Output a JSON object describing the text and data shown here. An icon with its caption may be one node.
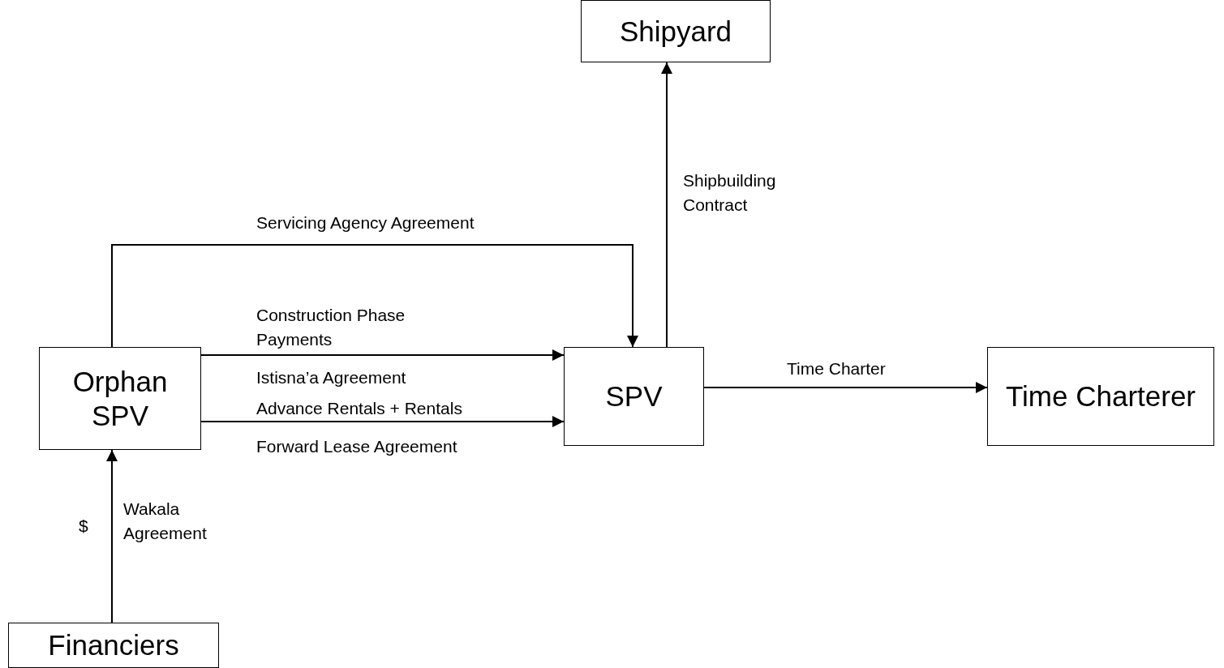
{
  "diagram": {
    "nodes": [
      {
        "text": [
          "Shipyard"
        ]
      },
      {
        "text": [
          "Orphan SPV"
        ]
      },
      {
        "text": [
          "SPV"
        ]
      },
      {
        "text": [
          "Time Charterer"
        ]
      },
      {
        "text": [
          "Financiers"
        ]
      }
    ],
    "edges": [
      {
        "from": 2,
        "to": 0,
        "arrow": "to",
        "label": "Shipbuilding Contract"
      },
      {
        "from": 1,
        "to": 2,
        "arrow": "to",
        "label": "Servicing Agency Agreement"
      },
      {
        "from": 1,
        "to": 2,
        "arrow": "to",
        "label": "Construction Phase Payments"
      },
      {
        "from": 1,
        "to": 2,
        "arrow": "to",
        "label": "Advance Rentals + Rentals"
      },
      {
        "from": 2,
        "to": 3,
        "arrow": "to",
        "label": "Time Charter"
      },
      {
        "from": 4,
        "to": 1,
        "arrow": "to",
        "label": "Wakala Agreement"
      }
    ],
    "labels": [
      "Istisna’a Agreement",
      "Forward Lease Agreement",
      "$"
    ]
  }
}
